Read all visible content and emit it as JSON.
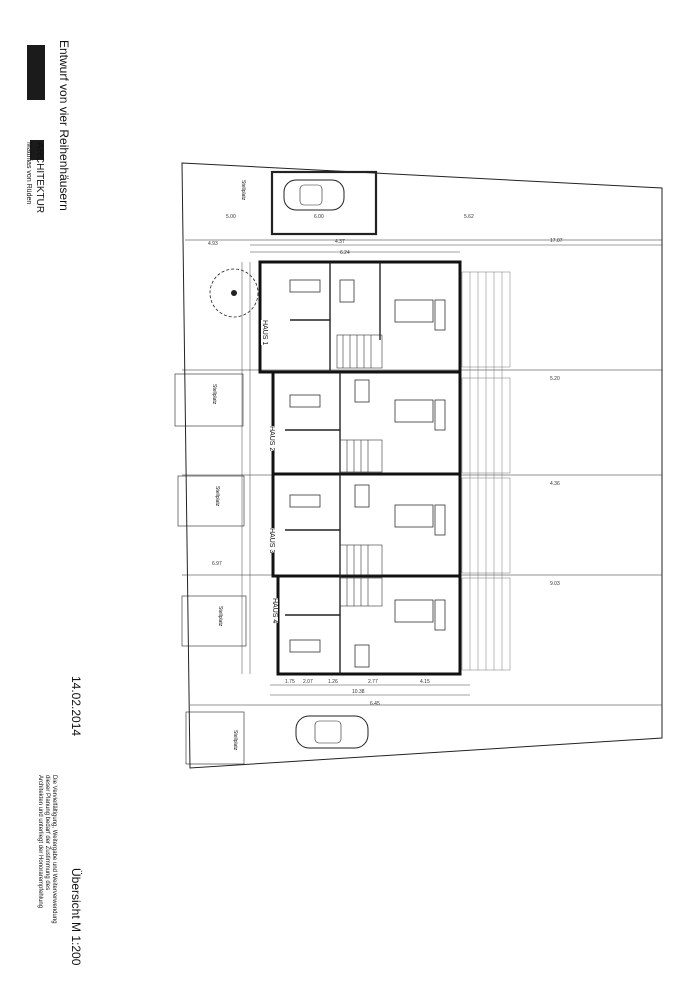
{
  "title_block": {
    "title": "Entwurf von vier Reihenhäusern",
    "office": "ARCHITEKTUR",
    "architect": "Matthias von Rüden",
    "date": "14.02.2014",
    "scale": "Übersicht M 1:200",
    "note_lines": [
      "Die Vervielfältigung, Weitergabe und Weiterverwendung",
      "dieser Planung bedarf der Zustimmung des",
      "Architekten und unterliegt der Honorarempfehlung"
    ]
  },
  "houses": [
    {
      "label": "HAUS 1"
    },
    {
      "label": "HAUS 2"
    },
    {
      "label": "HAUS 3"
    },
    {
      "label": "HAUS 4"
    }
  ],
  "parking_label": "Stellplatz",
  "dimensions": {
    "top": [
      "5.00",
      "4.93",
      "4.37",
      "6.24",
      "6.00",
      "17.07"
    ],
    "bottom": [
      "1.75",
      "2.07",
      "1.26",
      "2.77",
      "4.15",
      "10.38",
      "6.45"
    ],
    "side": [
      "5.62",
      "5.20",
      "4.36",
      "9.03",
      "6.97"
    ]
  }
}
